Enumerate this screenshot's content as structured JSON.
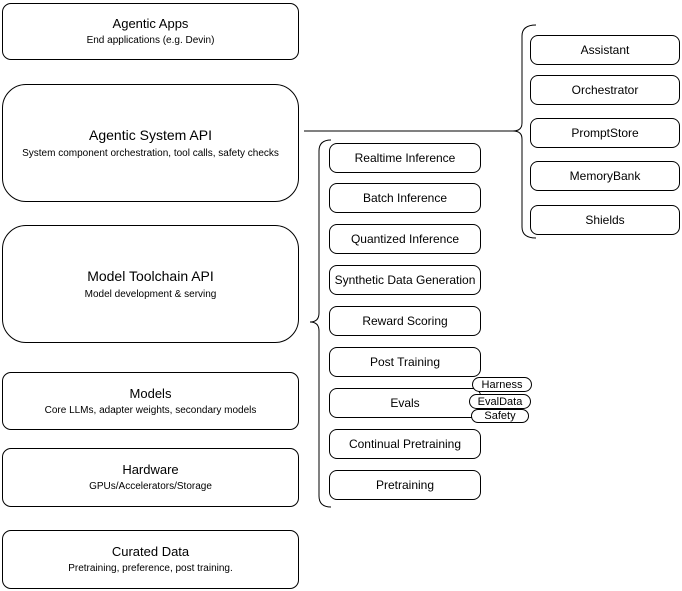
{
  "diagram": {
    "left_stack": [
      {
        "title": "Agentic Apps",
        "subtitle": "End applications (e.g. Devin)"
      },
      {
        "title": "Agentic System API",
        "subtitle": "System component orchestration, tool calls, safety checks"
      },
      {
        "title": "Model Toolchain API",
        "subtitle": "Model development & serving"
      },
      {
        "title": "Models",
        "subtitle": "Core LLMs, adapter weights, secondary models"
      },
      {
        "title": "Hardware",
        "subtitle": "GPUs/Accelerators/Storage"
      },
      {
        "title": "Curated Data",
        "subtitle": "Pretraining, preference, post training."
      }
    ],
    "toolchain_components": [
      "Realtime Inference",
      "Batch Inference",
      "Quantized Inference",
      "Synthetic Data Generation",
      "Reward Scoring",
      "Post Training",
      "Evals",
      "Continual Pretraining",
      "Pretraining"
    ],
    "evals_tags": [
      "Harness",
      "EvalData",
      "Safety"
    ],
    "system_components": [
      "Assistant",
      "Orchestrator",
      "PromptStore",
      "MemoryBank",
      "Shields"
    ],
    "colors": {
      "stroke": "#000000",
      "background": "#ffffff",
      "text": "#000000"
    }
  }
}
